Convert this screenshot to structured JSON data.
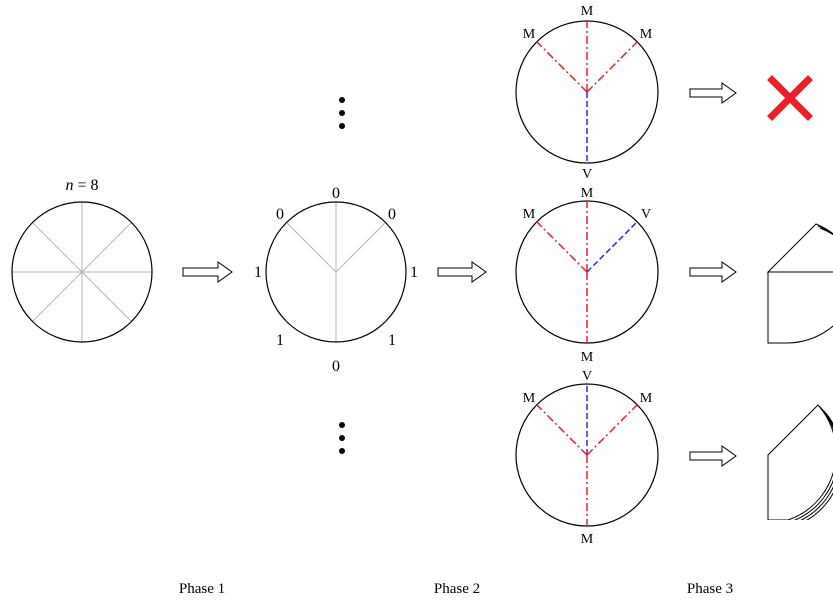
{
  "phase_labels": [
    "Phase 1",
    "Phase 2",
    "Phase 3"
  ],
  "n_label": {
    "var": "n",
    "rest": " = 8"
  },
  "phase2": {
    "bits": [
      "0",
      "0",
      "1",
      "1",
      "0",
      "1",
      "1",
      "0"
    ]
  },
  "phase3": {
    "top": {
      "labels": [
        "M",
        "M",
        "M",
        "V"
      ]
    },
    "middle": {
      "labels": [
        "M",
        "M",
        "V",
        "M"
      ]
    },
    "bottom": {
      "labels": [
        "V",
        "M",
        "M",
        "M"
      ]
    }
  },
  "colors": {
    "mountain": "#e8202a",
    "valley": "#2b2bd6",
    "crease": "#b5b5b5",
    "cross": "#e8202a"
  }
}
